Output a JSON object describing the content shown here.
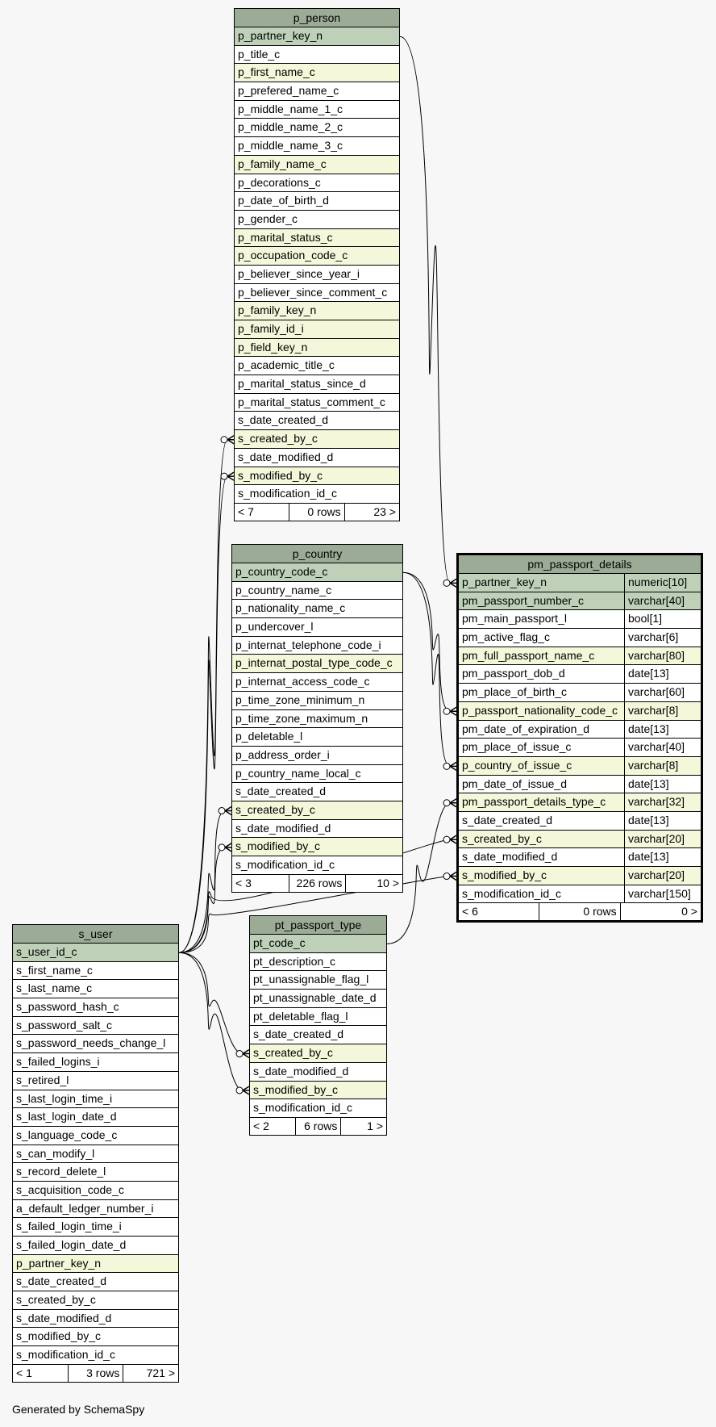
{
  "footer": {
    "generated_by": "Generated by SchemaSpy"
  },
  "tables": [
    {
      "key": "p_person",
      "name": "p_person",
      "focus": false,
      "columns": [
        {
          "name": "p_partner_key_n",
          "kind": "pk"
        },
        {
          "name": "p_title_c",
          "kind": "plain"
        },
        {
          "name": "p_first_name_c",
          "kind": "fk"
        },
        {
          "name": "p_prefered_name_c",
          "kind": "plain"
        },
        {
          "name": "p_middle_name_1_c",
          "kind": "plain"
        },
        {
          "name": "p_middle_name_2_c",
          "kind": "plain"
        },
        {
          "name": "p_middle_name_3_c",
          "kind": "plain"
        },
        {
          "name": "p_family_name_c",
          "kind": "fk"
        },
        {
          "name": "p_decorations_c",
          "kind": "plain"
        },
        {
          "name": "p_date_of_birth_d",
          "kind": "plain"
        },
        {
          "name": "p_gender_c",
          "kind": "plain"
        },
        {
          "name": "p_marital_status_c",
          "kind": "fk"
        },
        {
          "name": "p_occupation_code_c",
          "kind": "fk"
        },
        {
          "name": "p_believer_since_year_i",
          "kind": "plain"
        },
        {
          "name": "p_believer_since_comment_c",
          "kind": "plain"
        },
        {
          "name": "p_family_key_n",
          "kind": "fk"
        },
        {
          "name": "p_family_id_i",
          "kind": "fk"
        },
        {
          "name": "p_field_key_n",
          "kind": "fk"
        },
        {
          "name": "p_academic_title_c",
          "kind": "plain"
        },
        {
          "name": "p_marital_status_since_d",
          "kind": "plain"
        },
        {
          "name": "p_marital_status_comment_c",
          "kind": "plain"
        },
        {
          "name": "s_date_created_d",
          "kind": "plain"
        },
        {
          "name": "s_created_by_c",
          "kind": "fk"
        },
        {
          "name": "s_date_modified_d",
          "kind": "plain"
        },
        {
          "name": "s_modified_by_c",
          "kind": "fk"
        },
        {
          "name": "s_modification_id_c",
          "kind": "plain"
        }
      ],
      "footer": {
        "parents": "< 7",
        "rows": "0 rows",
        "children": "23 >"
      }
    },
    {
      "key": "p_country",
      "name": "p_country",
      "focus": false,
      "columns": [
        {
          "name": "p_country_code_c",
          "kind": "pk"
        },
        {
          "name": "p_country_name_c",
          "kind": "plain"
        },
        {
          "name": "p_nationality_name_c",
          "kind": "plain"
        },
        {
          "name": "p_undercover_l",
          "kind": "plain"
        },
        {
          "name": "p_internat_telephone_code_i",
          "kind": "plain"
        },
        {
          "name": "p_internat_postal_type_code_c",
          "kind": "fk"
        },
        {
          "name": "p_internat_access_code_c",
          "kind": "plain"
        },
        {
          "name": "p_time_zone_minimum_n",
          "kind": "plain"
        },
        {
          "name": "p_time_zone_maximum_n",
          "kind": "plain"
        },
        {
          "name": "p_deletable_l",
          "kind": "plain"
        },
        {
          "name": "p_address_order_i",
          "kind": "plain"
        },
        {
          "name": "p_country_name_local_c",
          "kind": "plain"
        },
        {
          "name": "s_date_created_d",
          "kind": "plain"
        },
        {
          "name": "s_created_by_c",
          "kind": "fk"
        },
        {
          "name": "s_date_modified_d",
          "kind": "plain"
        },
        {
          "name": "s_modified_by_c",
          "kind": "fk"
        },
        {
          "name": "s_modification_id_c",
          "kind": "plain"
        }
      ],
      "footer": {
        "parents": "< 3",
        "rows": "226 rows",
        "children": "10 >"
      }
    },
    {
      "key": "pm_passport_details",
      "name": "pm_passport_details",
      "focus": true,
      "columns": [
        {
          "name": "p_partner_key_n",
          "type": "numeric[10]",
          "kind": "pk"
        },
        {
          "name": "pm_passport_number_c",
          "type": "varchar[40]",
          "kind": "pk"
        },
        {
          "name": "pm_main_passport_l",
          "type": "bool[1]",
          "kind": "plain"
        },
        {
          "name": "pm_active_flag_c",
          "type": "varchar[6]",
          "kind": "plain"
        },
        {
          "name": "pm_full_passport_name_c",
          "type": "varchar[80]",
          "kind": "fk"
        },
        {
          "name": "pm_passport_dob_d",
          "type": "date[13]",
          "kind": "plain"
        },
        {
          "name": "pm_place_of_birth_c",
          "type": "varchar[60]",
          "kind": "plain"
        },
        {
          "name": "p_passport_nationality_code_c",
          "type": "varchar[8]",
          "kind": "fk"
        },
        {
          "name": "pm_date_of_expiration_d",
          "type": "date[13]",
          "kind": "plain"
        },
        {
          "name": "pm_place_of_issue_c",
          "type": "varchar[40]",
          "kind": "plain"
        },
        {
          "name": "p_country_of_issue_c",
          "type": "varchar[8]",
          "kind": "fk"
        },
        {
          "name": "pm_date_of_issue_d",
          "type": "date[13]",
          "kind": "plain"
        },
        {
          "name": "pm_passport_details_type_c",
          "type": "varchar[32]",
          "kind": "fk"
        },
        {
          "name": "s_date_created_d",
          "type": "date[13]",
          "kind": "plain"
        },
        {
          "name": "s_created_by_c",
          "type": "varchar[20]",
          "kind": "fk"
        },
        {
          "name": "s_date_modified_d",
          "type": "date[13]",
          "kind": "plain"
        },
        {
          "name": "s_modified_by_c",
          "type": "varchar[20]",
          "kind": "fk"
        },
        {
          "name": "s_modification_id_c",
          "type": "varchar[150]",
          "kind": "plain"
        }
      ],
      "footer": {
        "parents": "< 6",
        "rows": "0 rows",
        "children": "0 >"
      }
    },
    {
      "key": "pt_passport_type",
      "name": "pt_passport_type",
      "focus": false,
      "columns": [
        {
          "name": "pt_code_c",
          "kind": "pk"
        },
        {
          "name": "pt_description_c",
          "kind": "plain"
        },
        {
          "name": "pt_unassignable_flag_l",
          "kind": "plain"
        },
        {
          "name": "pt_unassignable_date_d",
          "kind": "plain"
        },
        {
          "name": "pt_deletable_flag_l",
          "kind": "plain"
        },
        {
          "name": "s_date_created_d",
          "kind": "plain"
        },
        {
          "name": "s_created_by_c",
          "kind": "fk"
        },
        {
          "name": "s_date_modified_d",
          "kind": "plain"
        },
        {
          "name": "s_modified_by_c",
          "kind": "fk"
        },
        {
          "name": "s_modification_id_c",
          "kind": "plain"
        }
      ],
      "footer": {
        "parents": "< 2",
        "rows": "6 rows",
        "children": "1 >"
      }
    },
    {
      "key": "s_user",
      "name": "s_user",
      "focus": false,
      "columns": [
        {
          "name": "s_user_id_c",
          "kind": "pk"
        },
        {
          "name": "s_first_name_c",
          "kind": "plain"
        },
        {
          "name": "s_last_name_c",
          "kind": "plain"
        },
        {
          "name": "s_password_hash_c",
          "kind": "plain"
        },
        {
          "name": "s_password_salt_c",
          "kind": "plain"
        },
        {
          "name": "s_password_needs_change_l",
          "kind": "plain"
        },
        {
          "name": "s_failed_logins_i",
          "kind": "plain"
        },
        {
          "name": "s_retired_l",
          "kind": "plain"
        },
        {
          "name": "s_last_login_time_i",
          "kind": "plain"
        },
        {
          "name": "s_last_login_date_d",
          "kind": "plain"
        },
        {
          "name": "s_language_code_c",
          "kind": "plain"
        },
        {
          "name": "s_can_modify_l",
          "kind": "plain"
        },
        {
          "name": "s_record_delete_l",
          "kind": "plain"
        },
        {
          "name": "s_acquisition_code_c",
          "kind": "plain"
        },
        {
          "name": "a_default_ledger_number_i",
          "kind": "plain"
        },
        {
          "name": "s_failed_login_time_i",
          "kind": "plain"
        },
        {
          "name": "s_failed_login_date_d",
          "kind": "plain"
        },
        {
          "name": "p_partner_key_n",
          "kind": "fk"
        },
        {
          "name": "s_date_created_d",
          "kind": "plain"
        },
        {
          "name": "s_created_by_c",
          "kind": "plain"
        },
        {
          "name": "s_date_modified_d",
          "kind": "plain"
        },
        {
          "name": "s_modified_by_c",
          "kind": "plain"
        },
        {
          "name": "s_modification_id_c",
          "kind": "plain"
        }
      ],
      "footer": {
        "parents": "< 1",
        "rows": "3 rows",
        "children": "721 >"
      }
    }
  ],
  "relationships": [
    {
      "from": "p_person.p_partner_key_n",
      "to": "pm_passport_details.p_partner_key_n"
    },
    {
      "from": "p_country.p_country_code_c",
      "to": "pm_passport_details.p_passport_nationality_code_c"
    },
    {
      "from": "p_country.p_country_code_c",
      "to": "pm_passport_details.p_country_of_issue_c"
    },
    {
      "from": "pt_passport_type.pt_code_c",
      "to": "pm_passport_details.pm_passport_details_type_c"
    },
    {
      "from": "s_user.s_user_id_c",
      "to": "pm_passport_details.s_created_by_c"
    },
    {
      "from": "s_user.s_user_id_c",
      "to": "pm_passport_details.s_modified_by_c"
    },
    {
      "from": "s_user.s_user_id_c",
      "to": "p_person.s_created_by_c"
    },
    {
      "from": "s_user.s_user_id_c",
      "to": "p_person.s_modified_by_c"
    },
    {
      "from": "s_user.s_user_id_c",
      "to": "p_country.s_created_by_c"
    },
    {
      "from": "s_user.s_user_id_c",
      "to": "p_country.s_modified_by_c"
    },
    {
      "from": "s_user.s_user_id_c",
      "to": "pt_passport_type.s_created_by_c"
    },
    {
      "from": "s_user.s_user_id_c",
      "to": "pt_passport_type.s_modified_by_c"
    }
  ]
}
